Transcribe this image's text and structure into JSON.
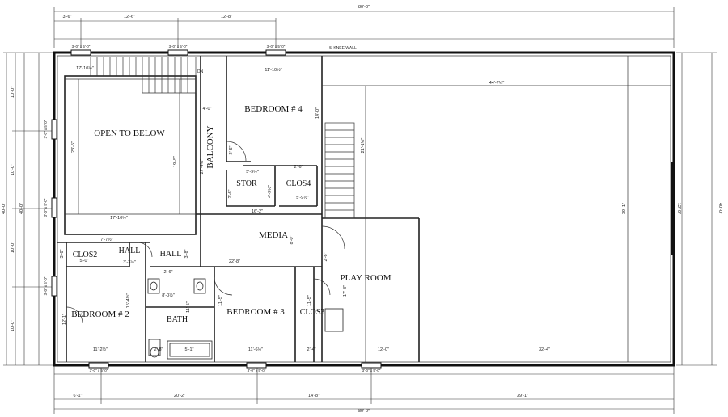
{
  "rooms": {
    "open_to_below": "OPEN TO BELOW",
    "balcony": "BALCONY",
    "bedroom4": "BEDROOM # 4",
    "stor": "STOR",
    "clos4": "CLOS4",
    "media": "MEDIA",
    "clos2": "CLOS2",
    "hall_a": "HALL",
    "hall_b": "HALL",
    "bedroom2": "BEDROOM # 2",
    "bath": "BATH",
    "bedroom3": "BEDROOM # 3",
    "clos3": "CLOS3",
    "play_room": "PLAY ROOM",
    "dn": "DN",
    "knee_wall": "5' KNEE WALL"
  },
  "dims": {
    "top_overall": "80'-0\"",
    "top_a": "3'-6\"",
    "top_b": "12'-6\"",
    "top_c": "12'-8\"",
    "bottom_overall": "80'-0\"",
    "bottom_a": "6'-1\"",
    "bottom_b": "20'-2\"",
    "bottom_c": "14'-8\"",
    "bottom_d": "39'-1\"",
    "left_overall": "40'-0\"",
    "left_a": "10'-0\"",
    "left_b": "10'-0\"",
    "left_c": "10'-0\"",
    "left_d": "10'-0\"",
    "left_e": "40'-0\"",
    "right_overall": "40'-0\"",
    "right_door": "12'-0\"",
    "win_top1": "3'-0\" x 5'-0\"",
    "win_top2": "3'-0\" x 5'-0\"",
    "win_top3": "3'-0\" x 5'-0\"",
    "win_bot1": "3'-0\" x 5'-0\"",
    "win_bot2": "3'-0\" x 5'-0\"",
    "win_bot3": "3'-0\" x 5'-0\"",
    "win_left1": "3'-0\" x 5'-0\"",
    "win_left2": "3'-0\" x 5'-0\"",
    "win_left3": "3'-0\" x 5'-0\"",
    "otb_top": "17'-10½\"",
    "otb_bottom": "17'-10½\"",
    "otb_left": "23'-5\"",
    "otb_right": "19'-5\"",
    "bal_w": "4'-0\"",
    "bal_h": "27'-4½\"",
    "bed4_w": "11'-10½\"",
    "bed4_h": "14'-0\"",
    "bed4_door": "2'-6\"",
    "stor_w": "5'-9½\"",
    "stor_h": "4'-9½\"",
    "stor_door": "2'-6\"",
    "clos4_w": "5'-9½\"",
    "clos4_door": "2'-6\"",
    "media_w": "16'-2\"",
    "media_h": "8'-0\"",
    "media_b": "22'-8\"",
    "attic_w": "44'-7½\"",
    "attic_h": "21'-1½\"",
    "attic_r": "39'-1\"",
    "clos2_w": "7'-7½\"",
    "clos2_d": "5'-0\"",
    "clos2_h": "3'-6\"",
    "hall_w": "3'-3½\"",
    "hall_h": "3'-8\"",
    "bath_a": "2'-6\"",
    "bath_b": "8'-0½\"",
    "bath_c": "11'-5\"",
    "bath_d": "2'-8\"",
    "bath_e": "5'-1\"",
    "bed2_w": "11'-2½\"",
    "bed2_h": "12'-1\"",
    "bed2_r": "15'-4½\"",
    "bed3_w": "11'-6½\"",
    "bed3_h": "11'-5\"",
    "clos3_w": "2'-4\"",
    "clos3_h": "11'-5\"",
    "play_h": "17'-8\"",
    "play_w": "12'-0\"",
    "play_r": "32'-4\"",
    "play_door": "2'-6\""
  }
}
